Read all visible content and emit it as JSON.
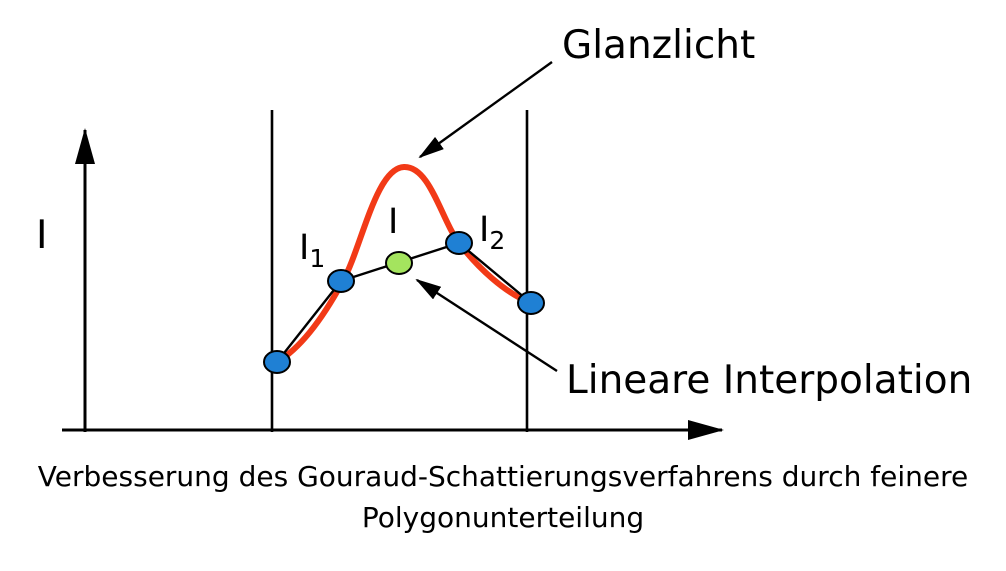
{
  "figure": {
    "axis_y_label": "I",
    "labels": {
      "glanzlicht": "Glanzlicht",
      "lineare_interpolation": "Lineare Interpolation",
      "i1_base": "I",
      "i1_sub": "1",
      "i_mid": "I",
      "i2_base": "I",
      "i2_sub": "2"
    },
    "caption": {
      "line1": "Verbesserung des Gouraud-Schattierungsverfahrens durch feinere",
      "line2": "Polygonunterteilung"
    },
    "colors": {
      "curve_red": "#f23a17",
      "point_blue": "#1f80d4",
      "point_green": "#a4e45e",
      "ink_black": "#000000"
    }
  }
}
